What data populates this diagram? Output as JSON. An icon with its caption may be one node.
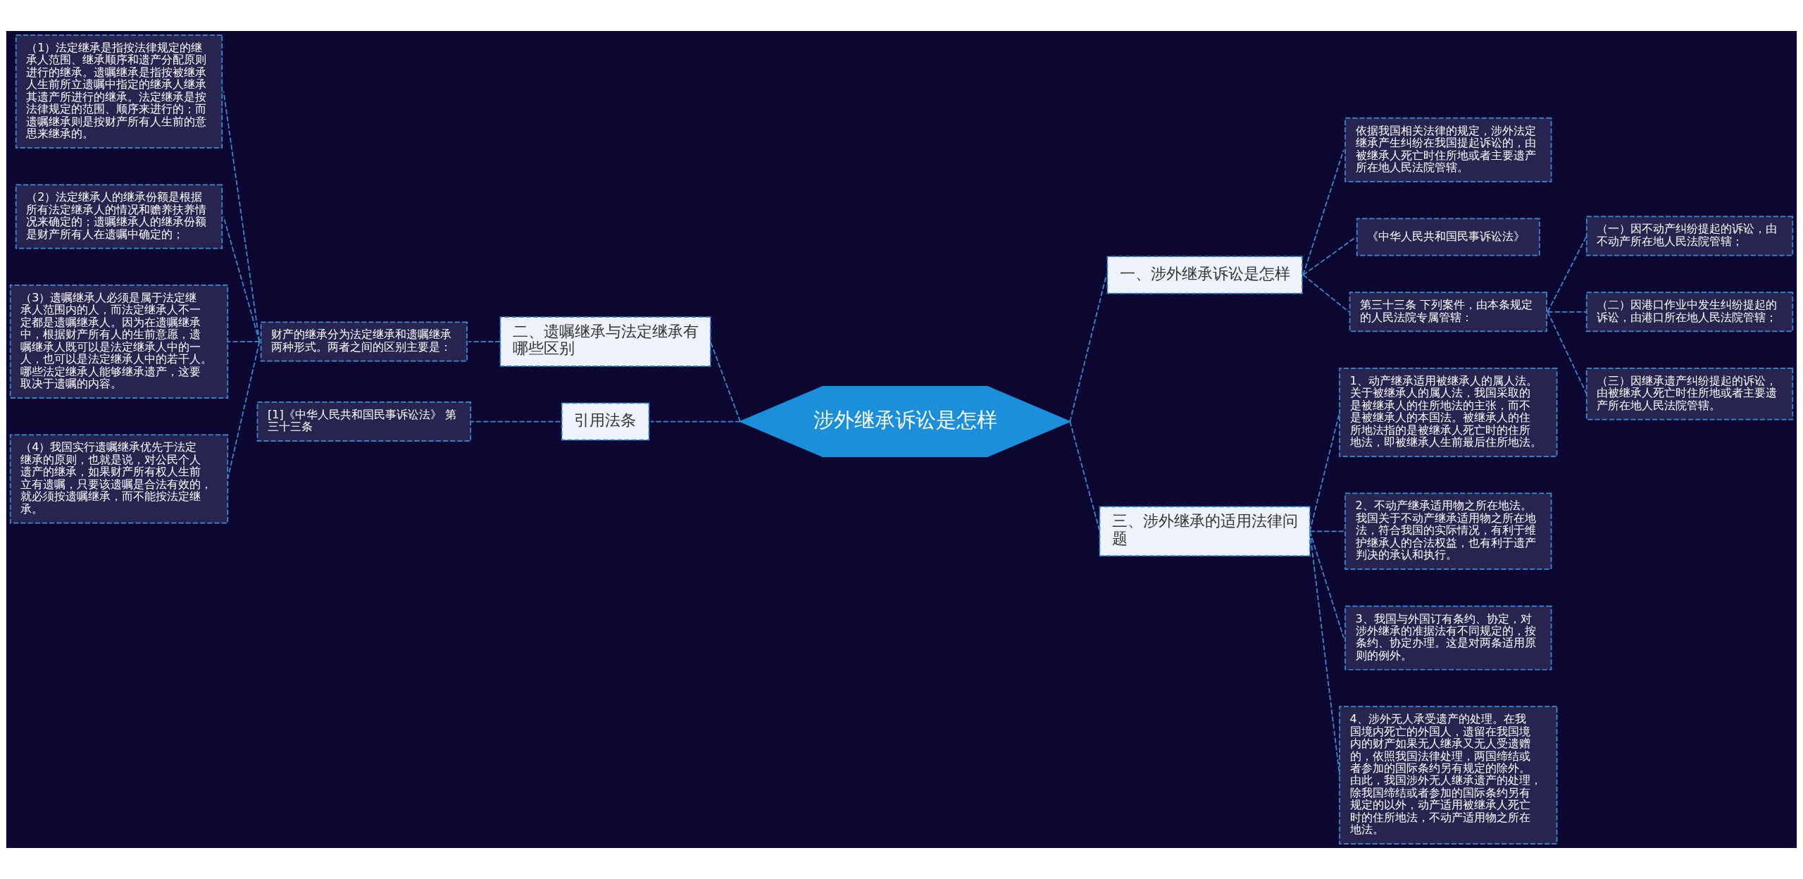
{
  "diagram": {
    "nodes": [
      {
        "text": [
          "涉外继承诉讼是怎样"
        ]
      },
      {
        "text": [
          "一、涉外继承诉讼是怎样"
        ]
      },
      {
        "text": [
          "依据我国相关法律的规定，涉外法定继承产生纠纷在我国提起诉讼的，由被继承人死亡时住所地或者主要遗产所在地人民法院管辖。"
        ]
      },
      {
        "text": [
          "《中华人民共和国民事诉讼法》"
        ]
      },
      {
        "text": [
          "第三十三条 下列案件，由本条规定的人民法院专属管辖："
        ]
      },
      {
        "text": [
          "（一）因不动产纠纷提起的诉讼，由不动产所在地人民法院管辖；"
        ]
      },
      {
        "text": [
          "（二）因港口作业中发生纠纷提起的诉讼，由港口所在地人民法院管辖；"
        ]
      },
      {
        "text": [
          "（三）因继承遗产纠纷提起的诉讼，由被继承人死亡时住所地或者主要遗产所在地人民法院管辖。"
        ]
      },
      {
        "text": [
          "三、涉外继承的适用法律问题"
        ]
      },
      {
        "text": [
          "1、动产继承适用被继承人的属人法。关于被继承人的属人法，我国采取的是被继承人的住所地法的主张，而不是被继承人的本国法。被继承人的住所地法指的是被继承人死亡时的住所地法，即被继承人生前最后住所地法。"
        ]
      },
      {
        "text": [
          "2、不动产继承适用物之所在地法。我国关于不动产继承适用物之所在地法，符合我国的实际情况，有利于维护继承人的合法权益，也有利于遗产判决的承认和执行。"
        ]
      },
      {
        "text": [
          "3、我国与外国订有条约、协定，对涉外继承的准据法有不同规定的，按条约、协定办理。这是对两条适用原则的例外。"
        ]
      },
      {
        "text": [
          "4、涉外无人承受遗产的处理。在我国境内死亡的外国人，遗留在我国境内的财产如果无人继承又无人受遗赠的，依照我国法律处理，两国缔结或者参加的国际条约另有规定的除外。由此，我国涉外无人继承遗产的处理，除我国缔结或者参加的国际条约另有规定的以外，动产适用被继承人死亡时的住所地法，不动产适用物之所在地法。"
        ]
      },
      {
        "text": [
          "二、遗嘱继承与法定继承有哪些区别"
        ]
      },
      {
        "text": [
          "财产的继承分为法定继承和遗嘱继承两种形式。两者之间的区别主要是："
        ]
      },
      {
        "text": [
          "（1）法定继承是指按法律规定的继承人范围、继承顺序和遗产分配原则进行的继承。遗嘱继承是指按被继承人生前所立遗嘱中指定的继承人继承其遗产所进行的继承。法定继承是按法律规定的范围、顺序来进行的；而遗嘱继承则是按财产所有人生前的意思来继承的。"
        ]
      },
      {
        "text": [
          "（2）法定继承人的继承份额是根据所有法定继承人的情况和赡养扶养情况来确定的；遗嘱继承人的继承份额是财产所有人在遗嘱中确定的；"
        ]
      },
      {
        "text": [
          "（3）遗嘱继承人必须是属于法定继承人范围内的人，而法定继承人不一定都是遗嘱继承人。因为在遗嘱继承中，根据财产所有人的生前意愿，遗嘱继承人既可以是法定继承人中的一人，也可以是法定继承人中的若干人。哪些法定继承人能够继承遗产，这要取决于遗嘱的内容。"
        ]
      },
      {
        "text": [
          "（4）我国实行遗嘱继承优先于法定继承的原则，也就是说，对公民个人遗产的继承，如果财产所有权人生前立有遗嘱，只要该遗嘱是合法有效的，就必须按遗嘱继承，而不能按法定继承。"
        ]
      },
      {
        "text": [
          "引用法条"
        ]
      },
      {
        "text": [
          "[1]《中华人民共和国民事诉讼法》 第三十三条"
        ]
      }
    ],
    "edges": [
      {
        "from": 0,
        "to": 1,
        "arrow": "none"
      },
      {
        "from": 1,
        "to": 2,
        "arrow": "none"
      },
      {
        "from": 1,
        "to": 3,
        "arrow": "none"
      },
      {
        "from": 1,
        "to": 4,
        "arrow": "none"
      },
      {
        "from": 4,
        "to": 5,
        "arrow": "none"
      },
      {
        "from": 4,
        "to": 6,
        "arrow": "none"
      },
      {
        "from": 4,
        "to": 7,
        "arrow": "none"
      },
      {
        "from": 0,
        "to": 8,
        "arrow": "none"
      },
      {
        "from": 8,
        "to": 9,
        "arrow": "none"
      },
      {
        "from": 8,
        "to": 10,
        "arrow": "none"
      },
      {
        "from": 8,
        "to": 11,
        "arrow": "none"
      },
      {
        "from": 8,
        "to": 12,
        "arrow": "none"
      },
      {
        "from": 0,
        "to": 13,
        "arrow": "none"
      },
      {
        "from": 13,
        "to": 14,
        "arrow": "none"
      },
      {
        "from": 14,
        "to": 15,
        "arrow": "none"
      },
      {
        "from": 14,
        "to": 16,
        "arrow": "none"
      },
      {
        "from": 14,
        "to": 17,
        "arrow": "none"
      },
      {
        "from": 14,
        "to": 18,
        "arrow": "none"
      },
      {
        "from": 0,
        "to": 19,
        "arrow": "none"
      },
      {
        "from": 19,
        "to": 20,
        "arrow": "none"
      }
    ]
  }
}
